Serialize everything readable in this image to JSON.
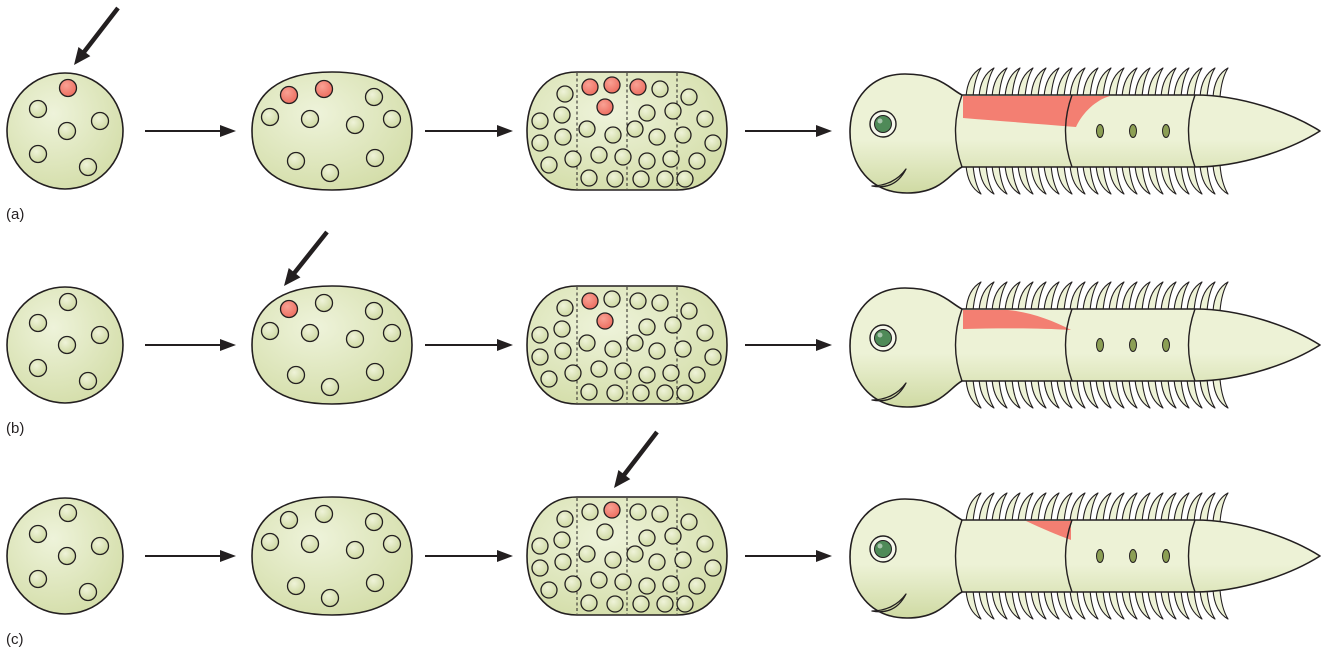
{
  "panels": [
    {
      "label": "(a)",
      "marked_cells": [
        1,
        2,
        4
      ]
    },
    {
      "label": "(b)",
      "marked_cells": [
        0,
        1,
        2
      ]
    },
    {
      "label": "(c)",
      "marked_cells": [
        0,
        0,
        1
      ]
    }
  ],
  "colors": {
    "outline": "#231f20",
    "cell_light": "#eef3da",
    "cell_dark": "#d2dca6",
    "nucleus_light": "#eff3d9",
    "nucleus_dark": "#cdd89f",
    "marked_light": "#f9a194",
    "marked_dark": "#ec6b5d",
    "body_light": "#edf2d6",
    "body_dark": "#cfdaa3",
    "marked_tissue": "#f37f72",
    "eye_white": "#f6f8ec",
    "eye_iris": "#4f8a58",
    "spiracle": "#8c9f54"
  }
}
